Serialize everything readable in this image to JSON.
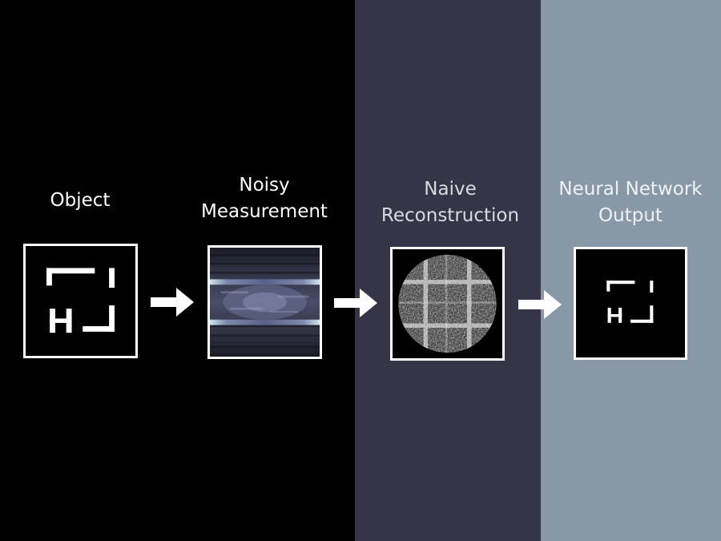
{
  "colors": {
    "panel_1": "#000000",
    "panel_2": "#363548",
    "panel_3": "#8898a6",
    "frame": "#ffffff",
    "arrow": "#ffffff"
  },
  "stages": [
    {
      "label": "Object",
      "icon": "hl-logo-icon"
    },
    {
      "label": "Noisy\nMeasurement",
      "icon": "sinogram-icon"
    },
    {
      "label": "Naive\nReconstruction",
      "icon": "noisy-reconstruction-icon"
    },
    {
      "label": "Neural Network\nOutput",
      "icon": "hl-logo-icon"
    }
  ],
  "arrows": [
    "arrow-right-icon",
    "arrow-right-icon",
    "arrow-right-icon"
  ]
}
